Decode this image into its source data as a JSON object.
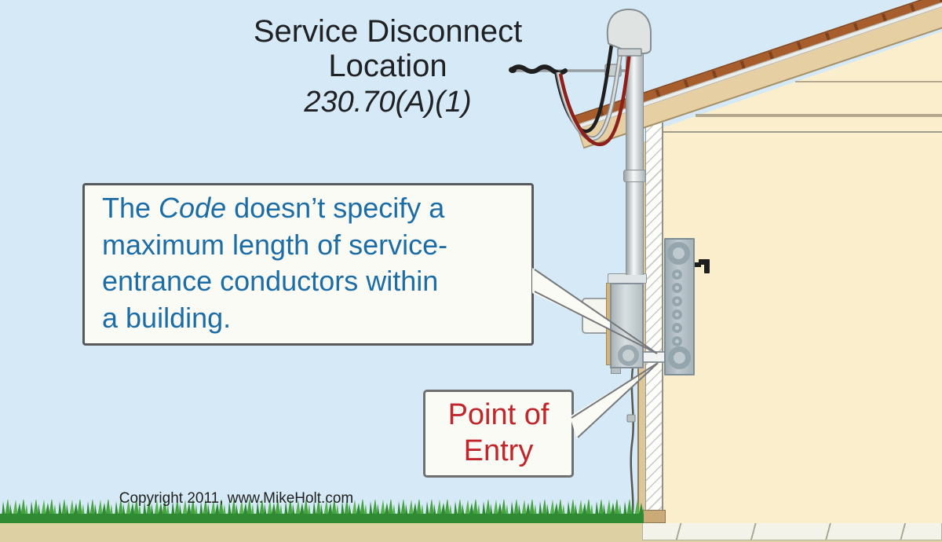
{
  "title": {
    "line1": "Service Disconnect",
    "line2": "Location",
    "code_reference": "230.70(A)(1)"
  },
  "main_callout": {
    "pre": "The ",
    "italic": "Code",
    "line1_rest": " doesn’t specify a",
    "line2": "maximum length of service-",
    "line3": "entrance conductors within",
    "line4": "a building."
  },
  "point_of_entry_callout": {
    "line1": "Point of",
    "line2": "Entry"
  },
  "footer": {
    "copyright": "Copyright 2011, www.MikeHolt.com"
  },
  "colors": {
    "sky_blue": "#d5eaf6",
    "callout_text_blue": "#1c6ca6",
    "point_of_entry_red": "#c1262c",
    "title_black": "#202124",
    "wall_cream": "#faeecd",
    "fascia_tan": "#e6d0a3",
    "shingle_brown": "#a75d2c",
    "equipment_gray": "#c0cbd0",
    "grass_green": "#2f8a33",
    "dirt_tan": "#ddd1a4",
    "callout_box_background": "#fbfbf6",
    "callout_box_border": "#58595b"
  }
}
